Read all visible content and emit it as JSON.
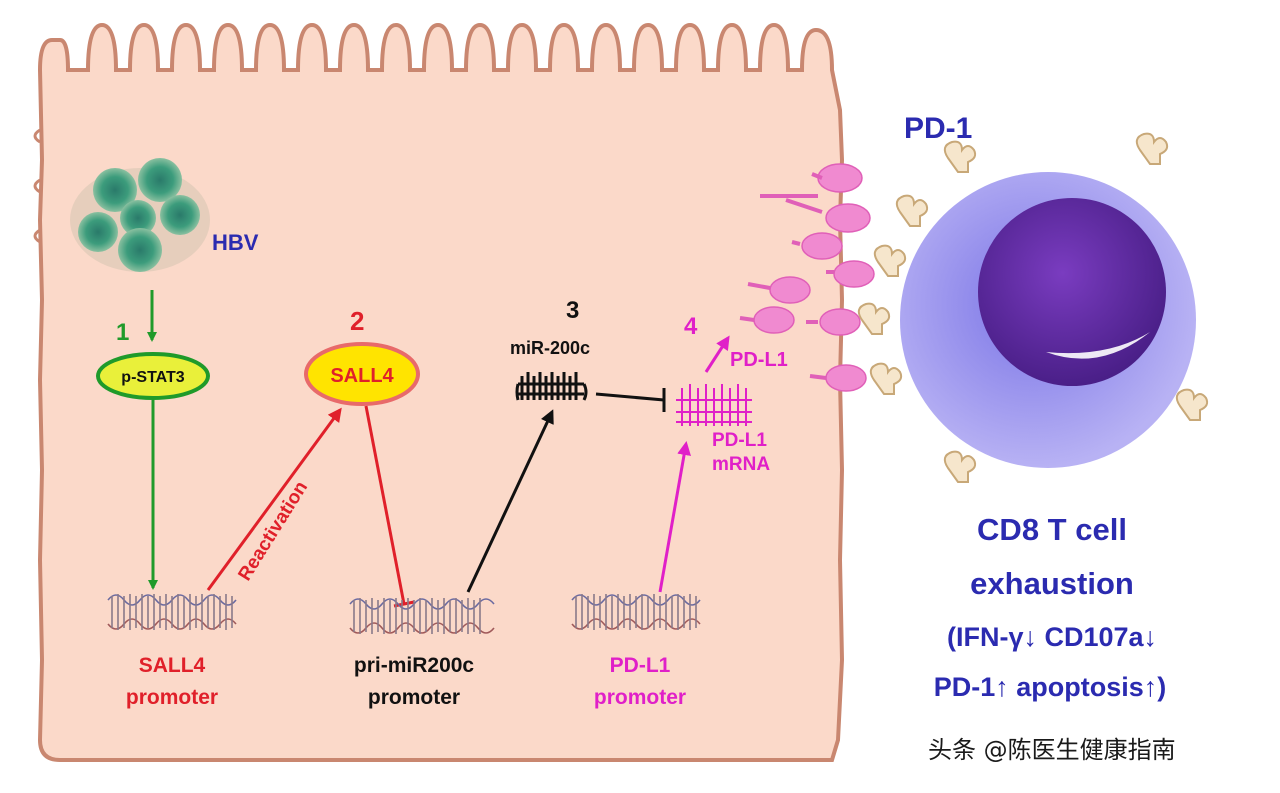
{
  "labels": {
    "hbv": "HBV",
    "step1": "1",
    "step2": "2",
    "step3": "3",
    "step4": "4",
    "pstat3": "p-STAT3",
    "sall4": "SALL4",
    "mir200c": "miR-200c",
    "pdl1_protein": "PD-L1",
    "pdl1_mrna_line1": "PD-L1",
    "pdl1_mrna_line2": "mRNA",
    "reactivation": "Reactivation",
    "sall4_promoter_line1": "SALL4",
    "sall4_promoter_line2": "promoter",
    "primir_promoter_line1": "pri-miR200c",
    "primir_promoter_line2": "promoter",
    "pdl1_promoter_line1": "PD-L1",
    "pdl1_promoter_line2": "promoter",
    "pd1": "PD-1",
    "cd8_line1": "CD8 T cell",
    "cd8_line2": "exhaustion",
    "cd8_line3": "(IFN-γ↓ CD107a↓",
    "cd8_line4": "PD-1↑ apoptosis↑)"
  },
  "watermark": "头条 @陈医生健康指南",
  "colors": {
    "cell_fill": "#fbd9c9",
    "cell_border": "#c98770",
    "green": "#1f9a2a",
    "red": "#e0202a",
    "black": "#111111",
    "magenta": "#e020c8",
    "blue": "#2b2bb0",
    "tcell_outer": "#a9a2f0",
    "tcell_nucleus": "#5a2a9c"
  }
}
